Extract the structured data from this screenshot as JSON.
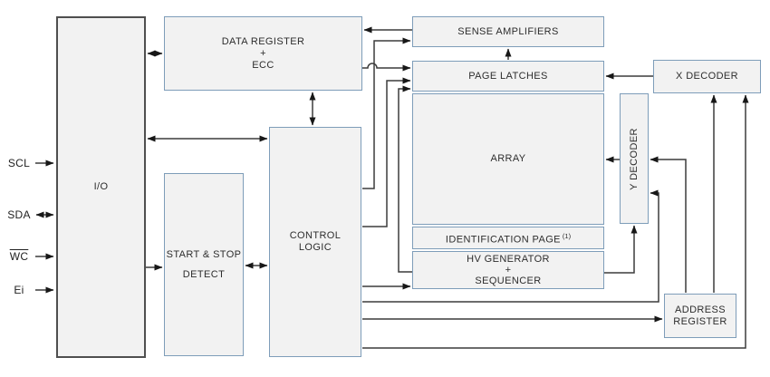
{
  "colors": {
    "background": "#ffffff",
    "block_fill": "#f2f2f2",
    "block_border": "#7e9db9",
    "io_block_border": "#4f4f4f",
    "wire": "#3c3c3c",
    "arrowhead": "#171717",
    "text": "#2d2d2d"
  },
  "pins": [
    {
      "label": "SCL",
      "direction": "in"
    },
    {
      "label": "SDA",
      "direction": "bidirectional"
    },
    {
      "label": "WC",
      "overline": true,
      "direction": "in"
    },
    {
      "label": "Ei",
      "direction": "in"
    }
  ],
  "blocks": {
    "io": {
      "label": "I/O"
    },
    "data_register": {
      "line1": "DATA REGISTER",
      "line2": "+",
      "line3": "ECC"
    },
    "start_stop_detect": {
      "line1": "START & STOP",
      "line2": "DETECT"
    },
    "control_logic": {
      "line1": "CONTROL",
      "line2": "LOGIC"
    },
    "sense_amplifiers": {
      "label": "SENSE AMPLIFIERS"
    },
    "page_latches": {
      "label": "PAGE LATCHES"
    },
    "array": {
      "label": "ARRAY"
    },
    "identification_page": {
      "label": "IDENTIFICATION PAGE",
      "sup": "(1)"
    },
    "hv_generator": {
      "line1": "HV GENERATOR",
      "line2": "+",
      "line3": "SEQUENCER"
    },
    "x_decoder": {
      "label": "X DECODER"
    },
    "y_decoder": {
      "label": "Y DECODER"
    },
    "address_register": {
      "line1": "ADDRESS",
      "line2": "REGISTER"
    }
  }
}
